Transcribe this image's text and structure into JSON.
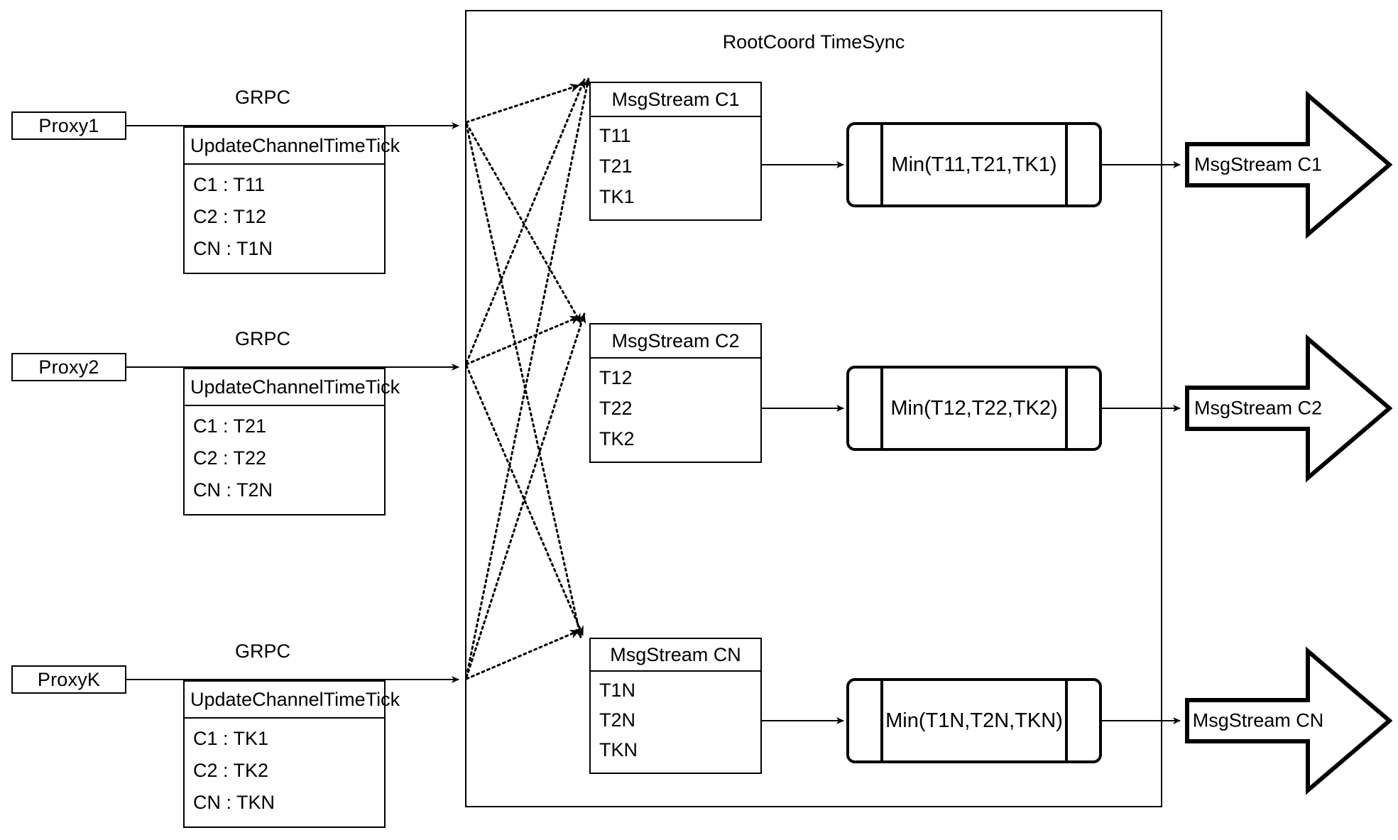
{
  "diagram": {
    "title": "RootCoord TimeSync",
    "container_label": "RootCoord TimeSync"
  },
  "proxies": [
    {
      "name": "Proxy1",
      "link_label": "GRPC",
      "request": {
        "title": "UpdateChannelTimeTick",
        "rows": [
          "C1 :  T11",
          "C2 :  T12",
          "CN : T1N"
        ]
      }
    },
    {
      "name": "Proxy2",
      "link_label": "GRPC",
      "request": {
        "title": "UpdateChannelTimeTick",
        "rows": [
          "C1 :  T21",
          "C2 :  T22",
          "CN : T2N"
        ]
      }
    },
    {
      "name": "ProxyK",
      "link_label": "GRPC",
      "request": {
        "title": "UpdateChannelTimeTick",
        "rows": [
          "C1 :  TK1",
          "C2 :  TK2",
          "CN : TKN"
        ]
      }
    }
  ],
  "channels": [
    {
      "stream": {
        "title": "MsgStream C1",
        "rows": [
          "T11",
          "T21",
          "TK1"
        ]
      },
      "process": {
        "label": "Min(T11,T21,TK1)"
      },
      "output": {
        "label": "MsgStream C1"
      }
    },
    {
      "stream": {
        "title": "MsgStream C2",
        "rows": [
          "T12",
          "T22",
          "TK2"
        ]
      },
      "process": {
        "label": "Min(T12,T22,TK2)"
      },
      "output": {
        "label": "MsgStream C2"
      }
    },
    {
      "stream": {
        "title": "MsgStream CN",
        "rows": [
          "T1N",
          "T2N",
          "TKN"
        ]
      },
      "process": {
        "label": "Min(T1N,T2N,TKN)"
      },
      "output": {
        "label": "MsgStream CN"
      }
    }
  ],
  "colors": {
    "stroke": "#000000",
    "background": "#ffffff"
  }
}
